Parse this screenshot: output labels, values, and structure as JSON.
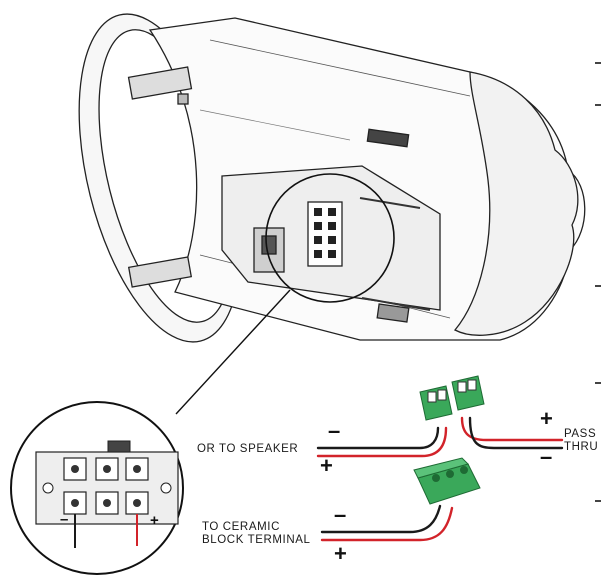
{
  "labels": {
    "or_to_speaker": "OR TO SPEAKER",
    "pass_line1": "PASS",
    "pass_line2": "THRU",
    "ceramic_line1": "TO CERAMIC",
    "ceramic_line2": "BLOCK TERMINAL"
  },
  "polarity": {
    "minus": "–",
    "plus": "+"
  },
  "colors": {
    "positive_wire": "#d2232a",
    "negative_wire": "#1a1a1a",
    "connector": "#3aa85a",
    "line_art": "#222222"
  }
}
